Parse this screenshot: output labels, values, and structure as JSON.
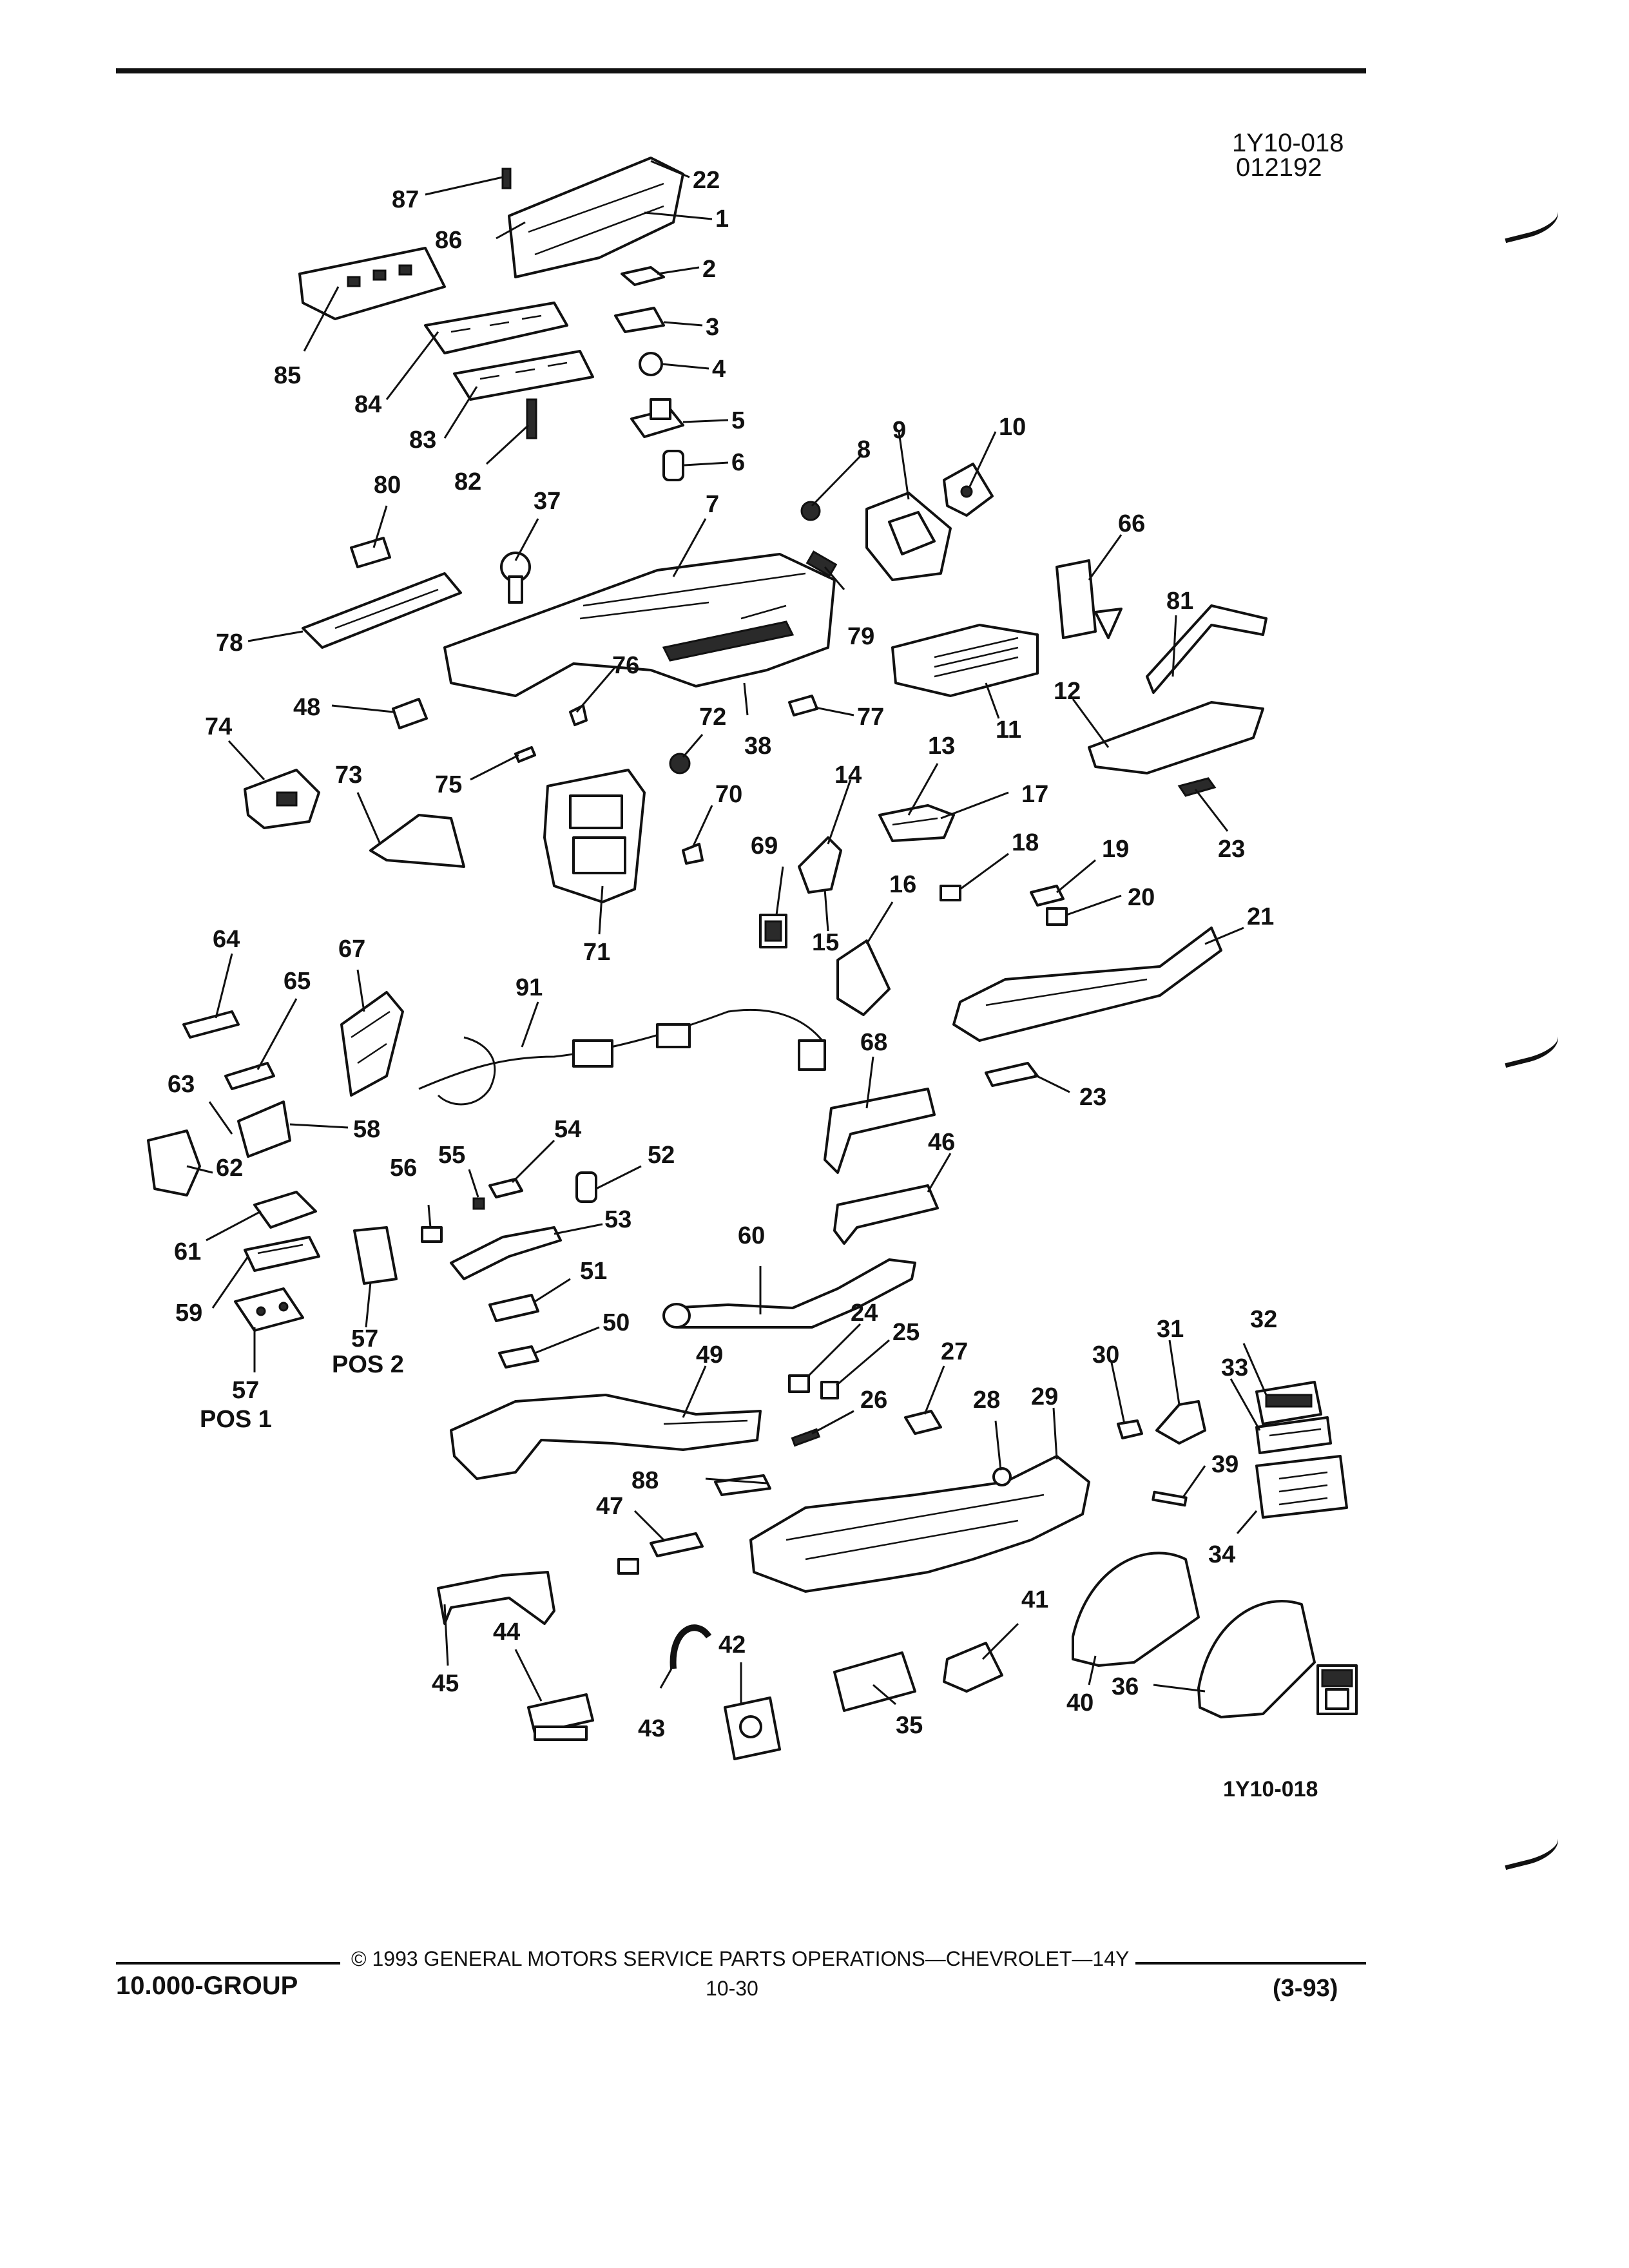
{
  "header": {
    "diagram_code": "1Y10-018",
    "date_code": "012192"
  },
  "figure_label": "1Y10-018",
  "callouts": {
    "c1": "1",
    "c2": "2",
    "c3": "3",
    "c4": "4",
    "c5": "5",
    "c6": "6",
    "c7": "7",
    "c8": "8",
    "c9": "9",
    "c10": "10",
    "c11": "11",
    "c12": "12",
    "c13": "13",
    "c14": "14",
    "c15": "15",
    "c16": "16",
    "c17": "17",
    "c18": "18",
    "c19": "19",
    "c20": "20",
    "c21": "21",
    "c22": "22",
    "c23a": "23",
    "c23b": "23",
    "c24": "24",
    "c25": "25",
    "c26": "26",
    "c27": "27",
    "c28": "28",
    "c29": "29",
    "c30": "30",
    "c31": "31",
    "c32": "32",
    "c33": "33",
    "c34": "34",
    "c35": "35",
    "c36": "36",
    "c37": "37",
    "c38": "38",
    "c39": "39",
    "c40": "40",
    "c41": "41",
    "c42": "42",
    "c43": "43",
    "c44": "44",
    "c45": "45",
    "c46": "46",
    "c47": "47",
    "c48": "48",
    "c49": "49",
    "c50": "50",
    "c51": "51",
    "c52": "52",
    "c53": "53",
    "c54": "54",
    "c55": "55",
    "c56": "56",
    "c57a": "57",
    "c57b": "57",
    "c58": "58",
    "c59": "59",
    "c60": "60",
    "c61": "61",
    "c62": "62",
    "c63": "63",
    "c64": "64",
    "c65": "65",
    "c66": "66",
    "c67": "67",
    "c68": "68",
    "c69": "69",
    "c70": "70",
    "c71": "71",
    "c72": "72",
    "c73": "73",
    "c74": "74",
    "c75": "75",
    "c76": "76",
    "c77": "77",
    "c78": "78",
    "c79": "79",
    "c80": "80",
    "c81": "81",
    "c82": "82",
    "c83": "83",
    "c84": "84",
    "c85": "85",
    "c86": "86",
    "c87": "87",
    "c88": "88",
    "c91": "91"
  },
  "position_labels": {
    "pos1": "POS 1",
    "pos2": "POS 2"
  },
  "footer": {
    "copyright": "© 1993 GENERAL MOTORS SERVICE PARTS OPERATIONS—CHEVROLET—14Y",
    "group": "10.000-GROUP",
    "page_number": "10-30",
    "revision": "(3-93)"
  }
}
